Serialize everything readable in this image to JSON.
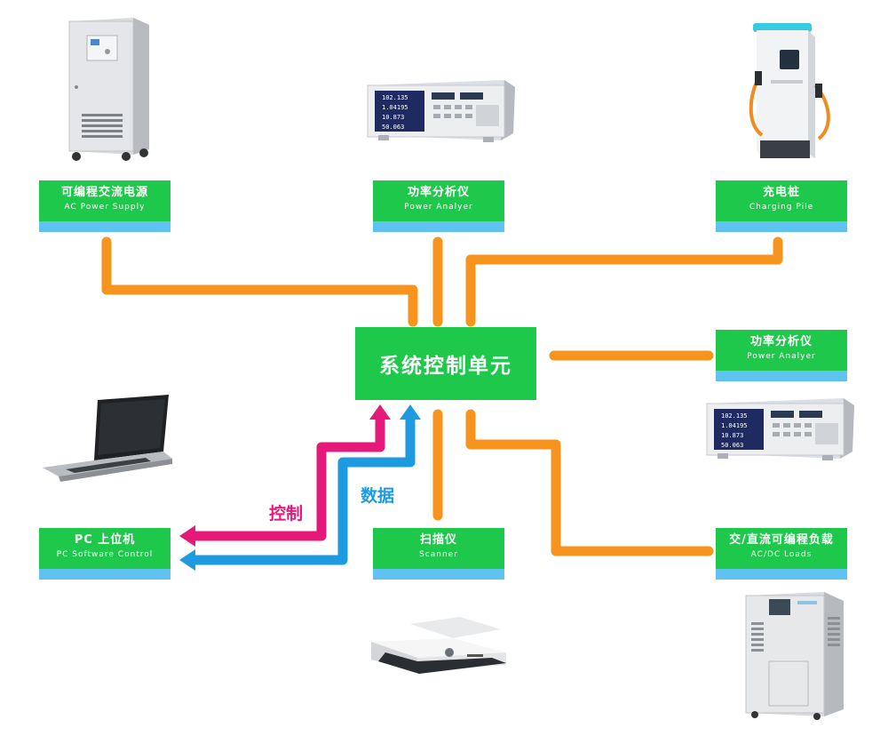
{
  "center": {
    "label": "系统控制单元"
  },
  "nodes": {
    "ac_supply": {
      "cn": "可编程交流电源",
      "en": "AC Power Supply"
    },
    "power_analyzer_top": {
      "cn": "功率分析仪",
      "en": "Power Analyer"
    },
    "charging_pile": {
      "cn": "充电桩",
      "en": "Charging Pile"
    },
    "power_analyzer_right": {
      "cn": "功率分析仪",
      "en": "Power Analyer"
    },
    "pc": {
      "cn": "PC 上位机",
      "en": "PC Software Control"
    },
    "scanner": {
      "cn": "扫描仪",
      "en": "Scanner"
    },
    "loads": {
      "cn": "交/直流可编程负载",
      "en": "AC/DC Loads"
    }
  },
  "arrows": {
    "control": "控制",
    "data": "数据"
  },
  "analyzer_screen": [
    "102.135",
    "1.04195",
    "10.873",
    "50.063"
  ],
  "colors": {
    "node": "#1ec84a",
    "node_band": "#5fc2f0",
    "wire": "#f7941d",
    "control": "#e5197a",
    "data": "#1e9ae0"
  }
}
